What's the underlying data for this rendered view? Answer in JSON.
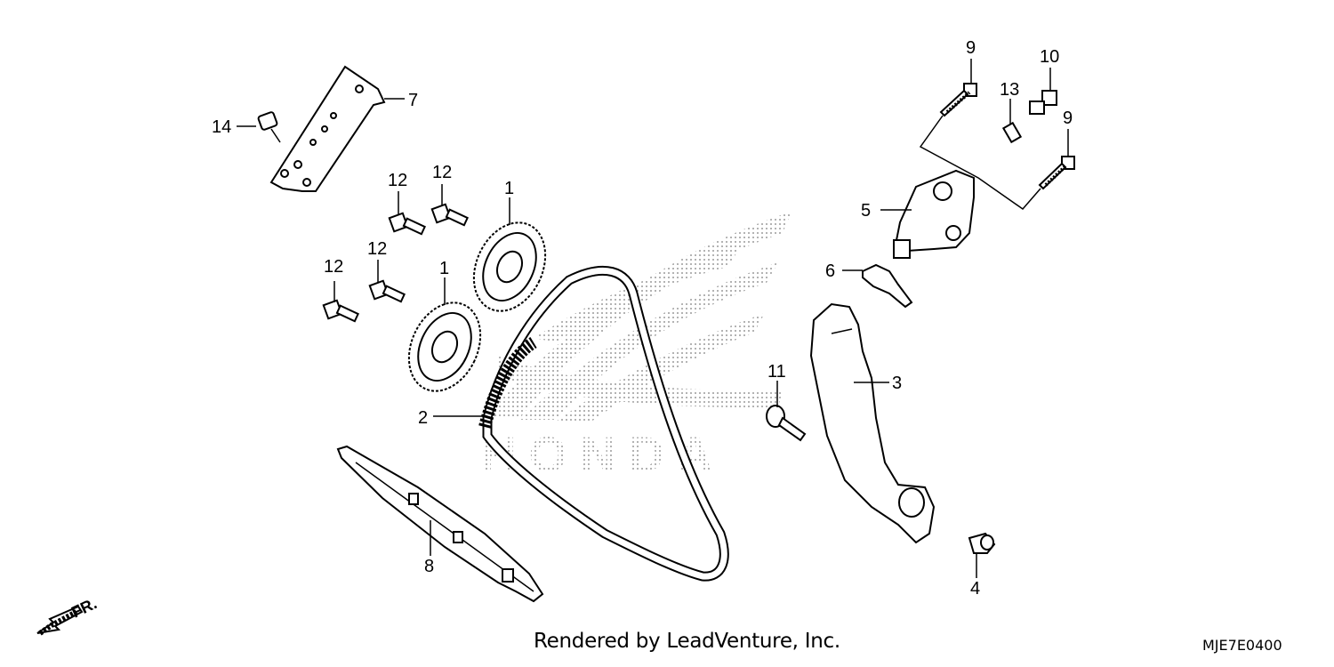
{
  "diagram": {
    "callouts": [
      {
        "id": "p1a",
        "label": "1"
      },
      {
        "id": "p1b",
        "label": "1"
      },
      {
        "id": "p2",
        "label": "2"
      },
      {
        "id": "p3",
        "label": "3"
      },
      {
        "id": "p4",
        "label": "4"
      },
      {
        "id": "p5",
        "label": "5"
      },
      {
        "id": "p6",
        "label": "6"
      },
      {
        "id": "p7",
        "label": "7"
      },
      {
        "id": "p8",
        "label": "8"
      },
      {
        "id": "p9a",
        "label": "9"
      },
      {
        "id": "p9b",
        "label": "9"
      },
      {
        "id": "p10",
        "label": "10"
      },
      {
        "id": "p11",
        "label": "11"
      },
      {
        "id": "p12a",
        "label": "12"
      },
      {
        "id": "p12b",
        "label": "12"
      },
      {
        "id": "p12c",
        "label": "12"
      },
      {
        "id": "p12d",
        "label": "12"
      },
      {
        "id": "p13",
        "label": "13"
      },
      {
        "id": "p14",
        "label": "14"
      }
    ],
    "direction_label": "FR.",
    "watermark": "HONDA",
    "credit": "Rendered by LeadVenture, Inc.",
    "diagram_code": "MJE7E0400"
  },
  "colors": {
    "line": "#000000",
    "watermark": "#b0b0b0",
    "background": "#ffffff"
  }
}
